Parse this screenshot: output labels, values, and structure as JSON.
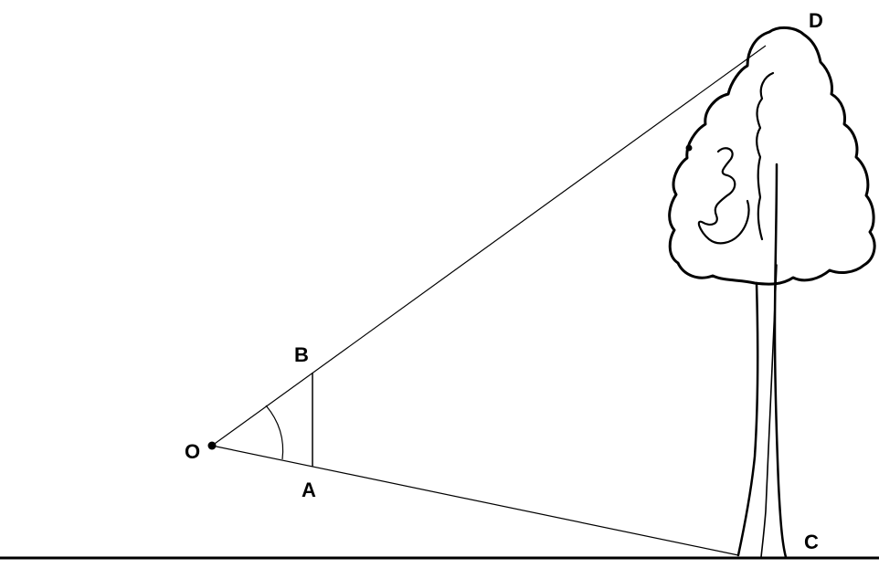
{
  "labels": {
    "O": "O",
    "A": "A",
    "B": "B",
    "C": "C",
    "D": "D"
  },
  "colors": {
    "stroke": "#000000",
    "background": "#ffffff"
  },
  "icons": {
    "tree": "tree-icon"
  }
}
